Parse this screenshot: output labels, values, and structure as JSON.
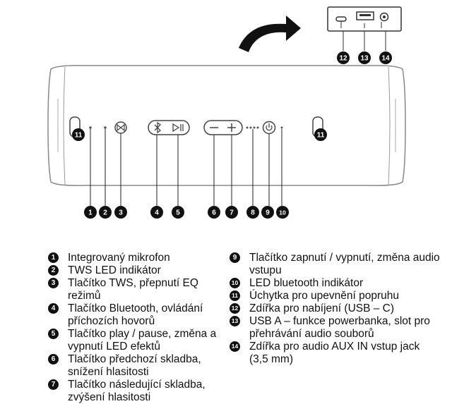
{
  "legend_left": [
    {
      "num": "1",
      "text": "Integrovaný mikrofon"
    },
    {
      "num": "2",
      "text": "TWS LED indikátor"
    },
    {
      "num": "3",
      "text": "Tlačítko TWS, přepnutí EQ režimů"
    },
    {
      "num": "4",
      "text": "Tlačítko Bluetooth, ovládání příchozích hovorů"
    },
    {
      "num": "5",
      "text": "Tlačítko play / pause, změna a vypnutí LED efektů"
    },
    {
      "num": "6",
      "text": "Tlačítko předchozí skladba, snížení hlasitosti"
    },
    {
      "num": "7",
      "text": "Tlačítko následující skladba, zvýšení hlasitosti"
    }
  ],
  "legend_right": [
    {
      "num": "9",
      "text": "Tlačítko zapnutí / vypnutí, změna audio vstupu"
    },
    {
      "num": "10",
      "text": "LED bluetooth indikátor"
    },
    {
      "num": "11",
      "text": "Úchytka pro upevnění popruhu"
    },
    {
      "num": "12",
      "text": "Zdířka pro nabíjení (USB – C)"
    },
    {
      "num": "13",
      "text": "USB A – funkce powerbanka, slot pro přehrávání audio souborů"
    },
    {
      "num": "14",
      "text": "Zdířka pro audio AUX IN vstup jack (3,5 mm)"
    }
  ],
  "callouts": {
    "c1": "1",
    "c2": "2",
    "c3": "3",
    "c4": "4",
    "c5": "5",
    "c6": "6",
    "c7": "7",
    "c8": "8",
    "c9": "9",
    "c10": "10",
    "c11a": "11",
    "c11b": "11",
    "c12": "12",
    "c13": "13",
    "c14": "14"
  },
  "icons": {
    "tws": "tws-icon",
    "bluetooth": "bluetooth-icon",
    "play_pause": "play-pause-icon",
    "minus": "minus-icon",
    "plus": "plus-icon",
    "power": "power-icon",
    "arrow": "curved-arrow-icon"
  }
}
